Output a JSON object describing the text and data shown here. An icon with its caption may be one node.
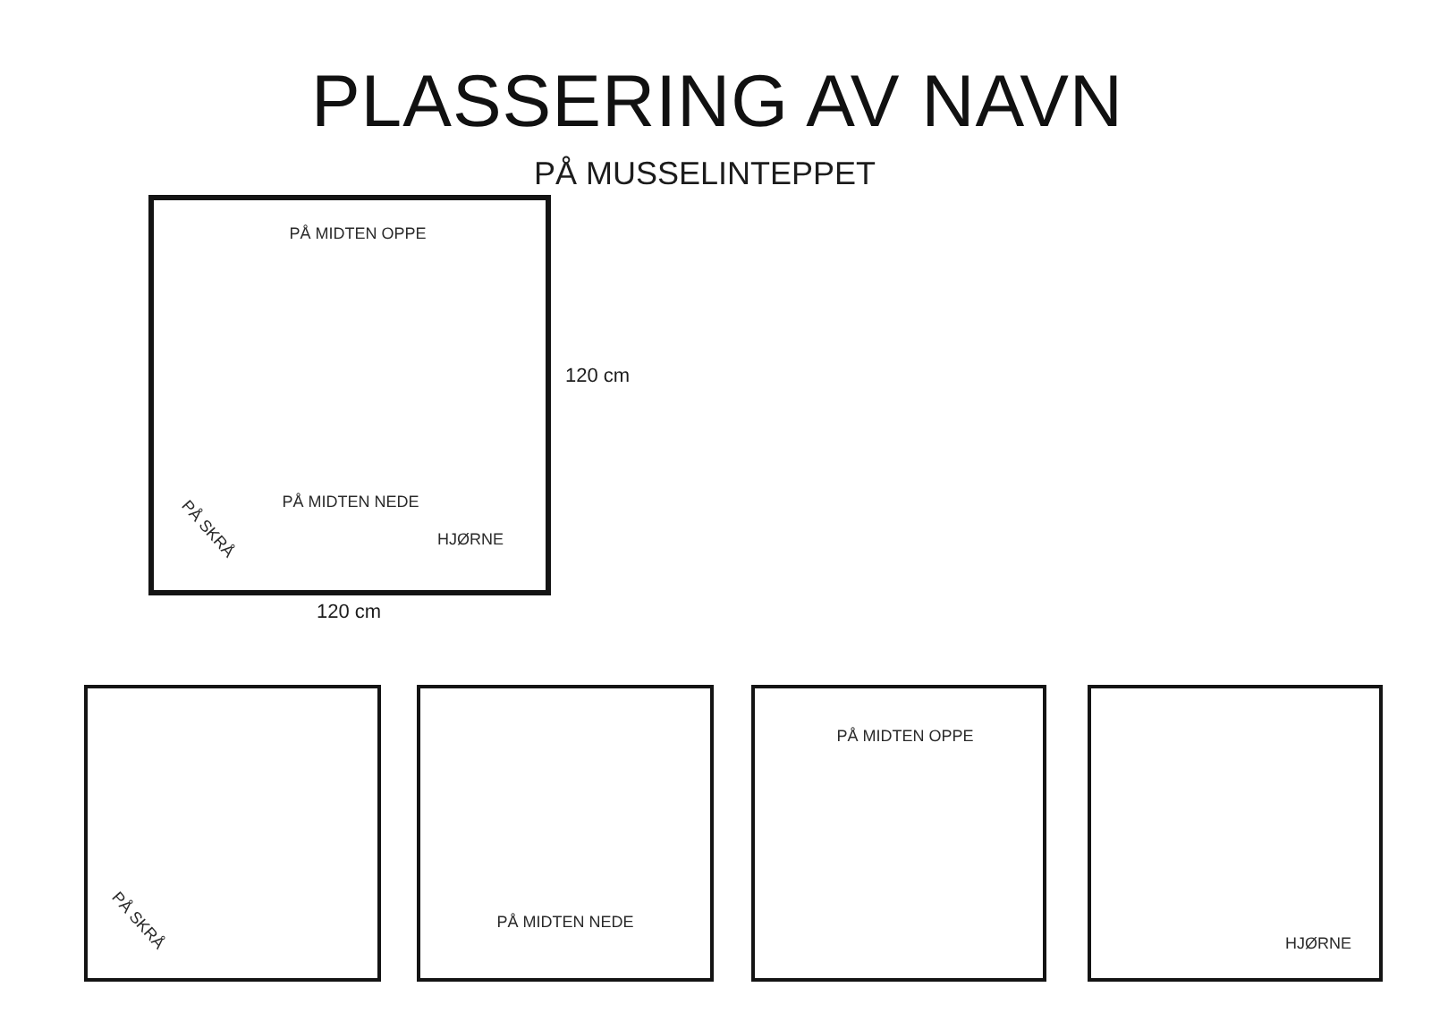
{
  "diagram": {
    "title": "PLASSERING AV NAVN",
    "nodes": [
      {
        "text": [
          "PÅ MIDTEN OPPE",
          "PÅ MIDTEN NEDE",
          "PÅ SKRÅ",
          "HJØRNE"
        ]
      },
      {
        "text": [
          "PÅ SKRÅ"
        ]
      },
      {
        "text": [
          "PÅ MIDTEN NEDE"
        ]
      },
      {
        "text": [
          "PÅ MIDTEN OPPE"
        ]
      },
      {
        "text": [
          "HJØRNE"
        ]
      }
    ],
    "labels": [
      "PÅ MUSSELINTEPPET",
      "120 cm",
      "120 cm"
    ]
  }
}
